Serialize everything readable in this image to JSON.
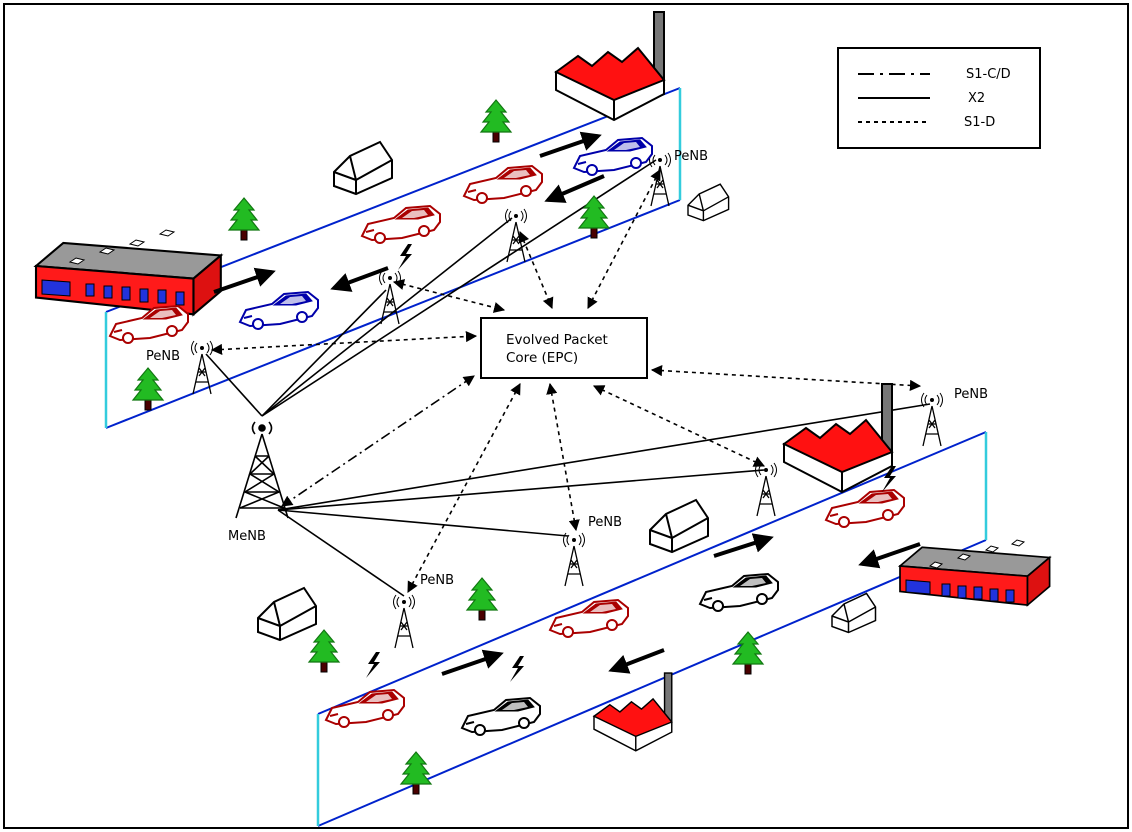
{
  "diagram": {
    "epc": {
      "line1": "Evolved Packet",
      "line2": "Core (EPC)"
    },
    "macro_label": "MeNB",
    "pico_label": "PeNB",
    "legend": [
      {
        "name": "S1-C/D",
        "style": "dash-dot"
      },
      {
        "name": "X2",
        "style": "solid"
      },
      {
        "name": "S1-D",
        "style": "dotted"
      }
    ]
  },
  "colors": {
    "road_edge": "#0022cc",
    "road_side": "#33ccdd",
    "factory_roof": "#ff0000",
    "tree": "#22aa22",
    "car_red": "#aa0000",
    "car_blue": "#0000aa",
    "car_white": "#000000",
    "building_body": "#ff1a1a",
    "building_roof": "#999999"
  }
}
